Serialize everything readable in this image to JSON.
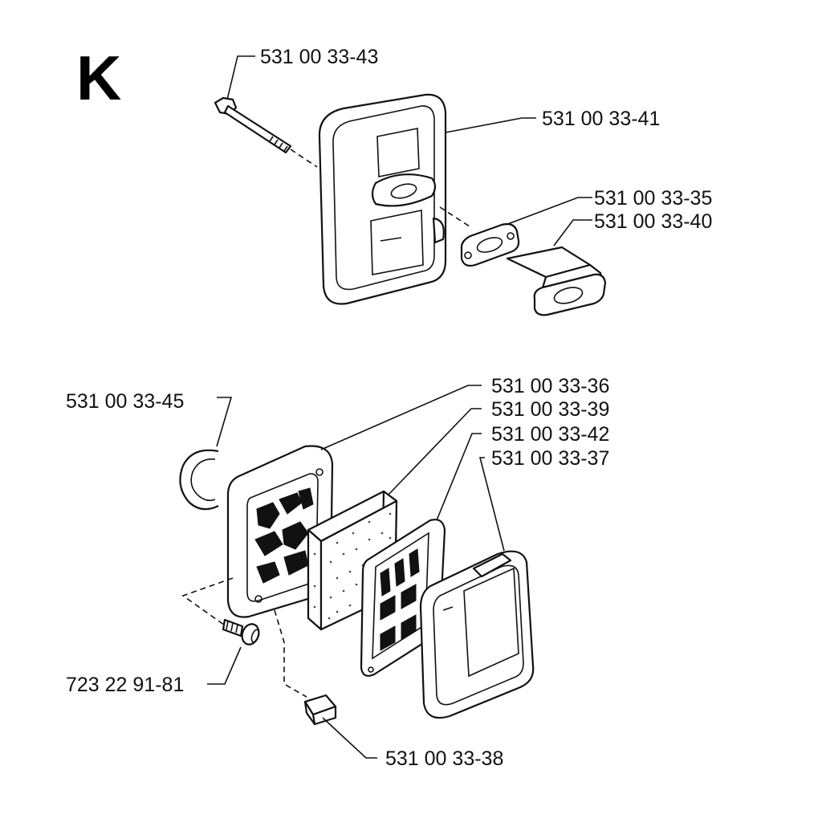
{
  "section_letter": "K",
  "part_numbers": {
    "bolt": "531 00 33-43",
    "muffler": "531 00 33-41",
    "gasket": "531 00 33-35",
    "deflector": "531 00 33-40",
    "oring": "531 00 33-45",
    "filter_housing": "531 00 33-36",
    "filter_sponge": "531 00 33-39",
    "filter_holder": "531 00 33-42",
    "filter_cover": "531 00 33-37",
    "screw": "723 22 91-81",
    "nut": "531 00 33-38"
  },
  "colors": {
    "ink": "#111111",
    "background": "#ffffff"
  }
}
